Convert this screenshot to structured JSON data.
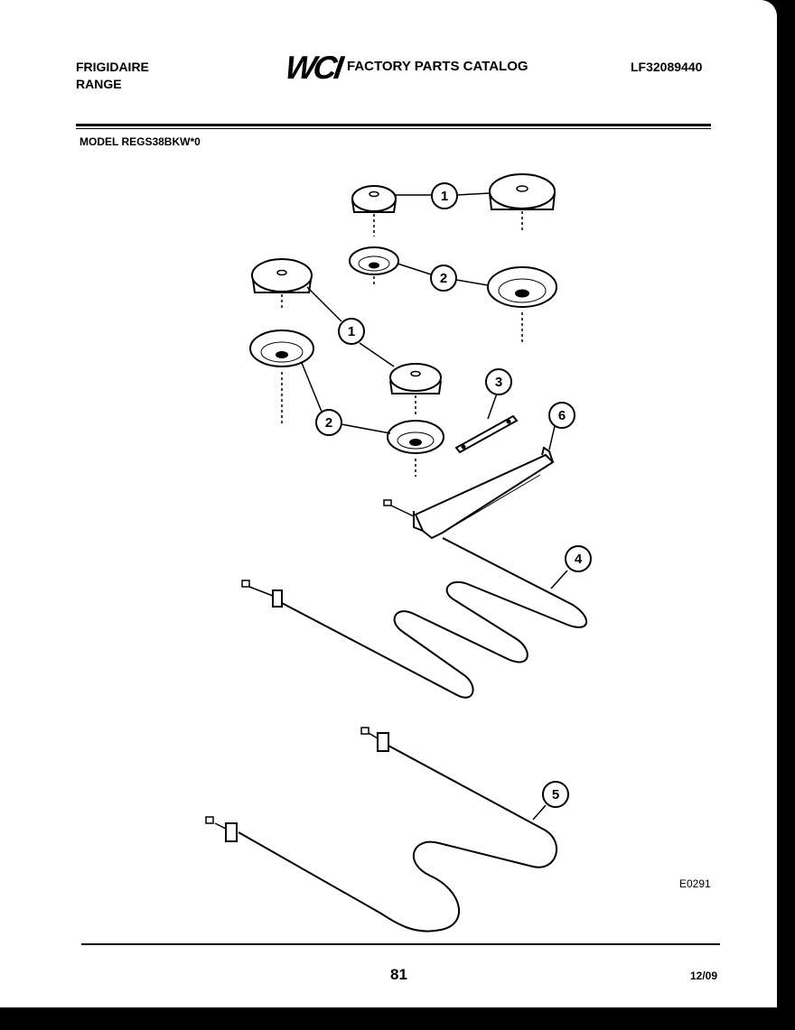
{
  "header": {
    "brand_line1": "FRIGIDAIRE",
    "brand_line2": "RANGE",
    "logo_text": "WCI",
    "catalog_title": "FACTORY PARTS CATALOG",
    "part_number": "LF32089440"
  },
  "model_line": "MODEL REGS38BKW*0",
  "callouts": [
    "1",
    "2",
    "1",
    "2",
    "3",
    "6",
    "4",
    "5"
  ],
  "diagram_code": "E0291",
  "footer": {
    "page_number": "81",
    "date": "12/09"
  }
}
